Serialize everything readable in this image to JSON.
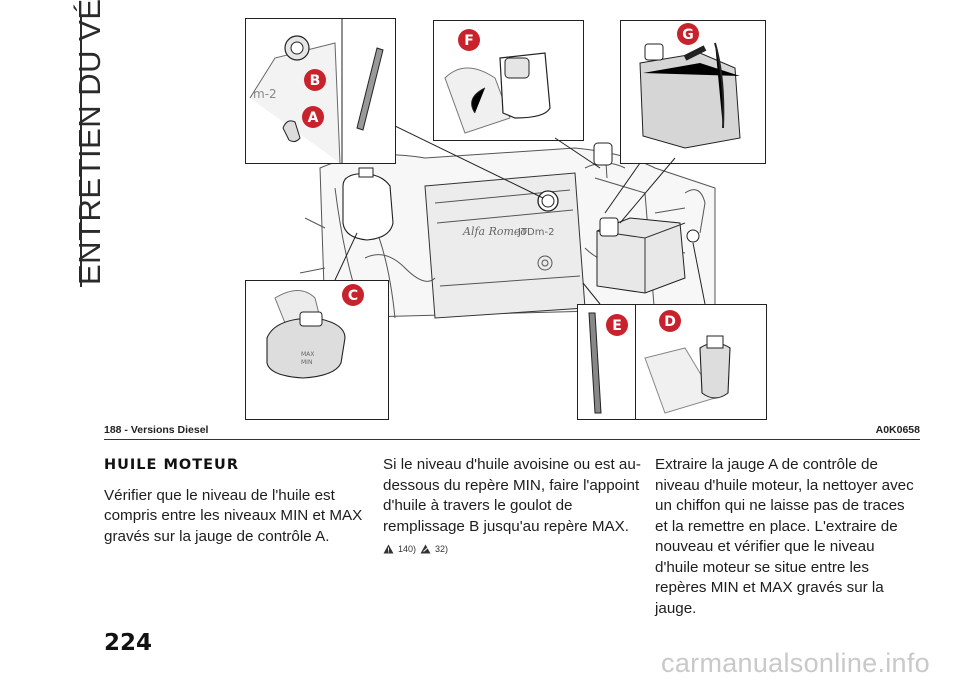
{
  "side_title": "ENTRETIEN DU VÉHICULE",
  "figure": {
    "caption": "188 - Versions Diesel",
    "code": "A0K0658",
    "callouts": [
      "A",
      "B",
      "C",
      "D",
      "E",
      "F",
      "G"
    ],
    "engine_badge_text": "JTDm-2"
  },
  "section": {
    "heading": "HUILE MOTEUR",
    "para1": "Vérifier que le niveau de l'huile est compris entre les niveaux MIN et MAX gravés sur la jauge de contrôle A.",
    "para2": "Si le niveau d'huile avoisine ou est au-dessous du repère MIN, faire l'appoint d'huile à travers le goulot de remplissage B jusqu'au repère MAX.",
    "ref1": "140)",
    "ref2": "32)",
    "para3": "Extraire la jauge A de contrôle de niveau d'huile moteur, la nettoyer avec un chiffon qui ne laisse pas de traces et la remettre en place. L'extraire de nouveau et vérifier que le niveau d'huile moteur se situe entre les repères MIN et MAX gravés sur la jauge."
  },
  "page_number": "224",
  "watermark": "carmanualsonline.info"
}
